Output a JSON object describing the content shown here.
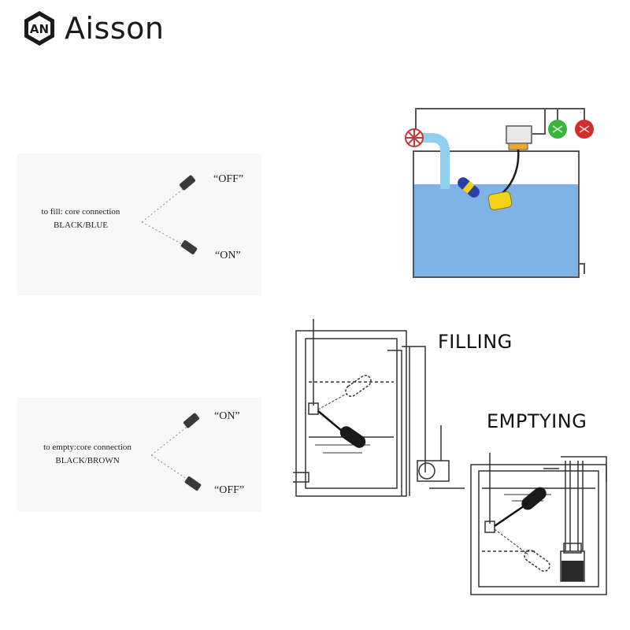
{
  "brand": {
    "name": "Aisson",
    "logo_text": "AN"
  },
  "fill_panel": {
    "line1": "to fill: core connection",
    "line2": "BLACK/BLUE",
    "upper_state": "“OFF”",
    "lower_state": "“ON”"
  },
  "empty_panel": {
    "line1": "to empty:core connection",
    "line2": "BLACK/BROWN",
    "upper_state": "“ON”",
    "lower_state": "“OFF”"
  },
  "diagrams": {
    "filling_label": "FILLING",
    "emptying_label": "EMPTYING"
  },
  "colors": {
    "water": "#7fb2e6",
    "float_blue": "#2b3fa8",
    "float_yellow": "#f2d21b",
    "lamp_green": "#3cb43c",
    "lamp_red": "#d42b2b",
    "pipe": "#8fd0ee"
  }
}
